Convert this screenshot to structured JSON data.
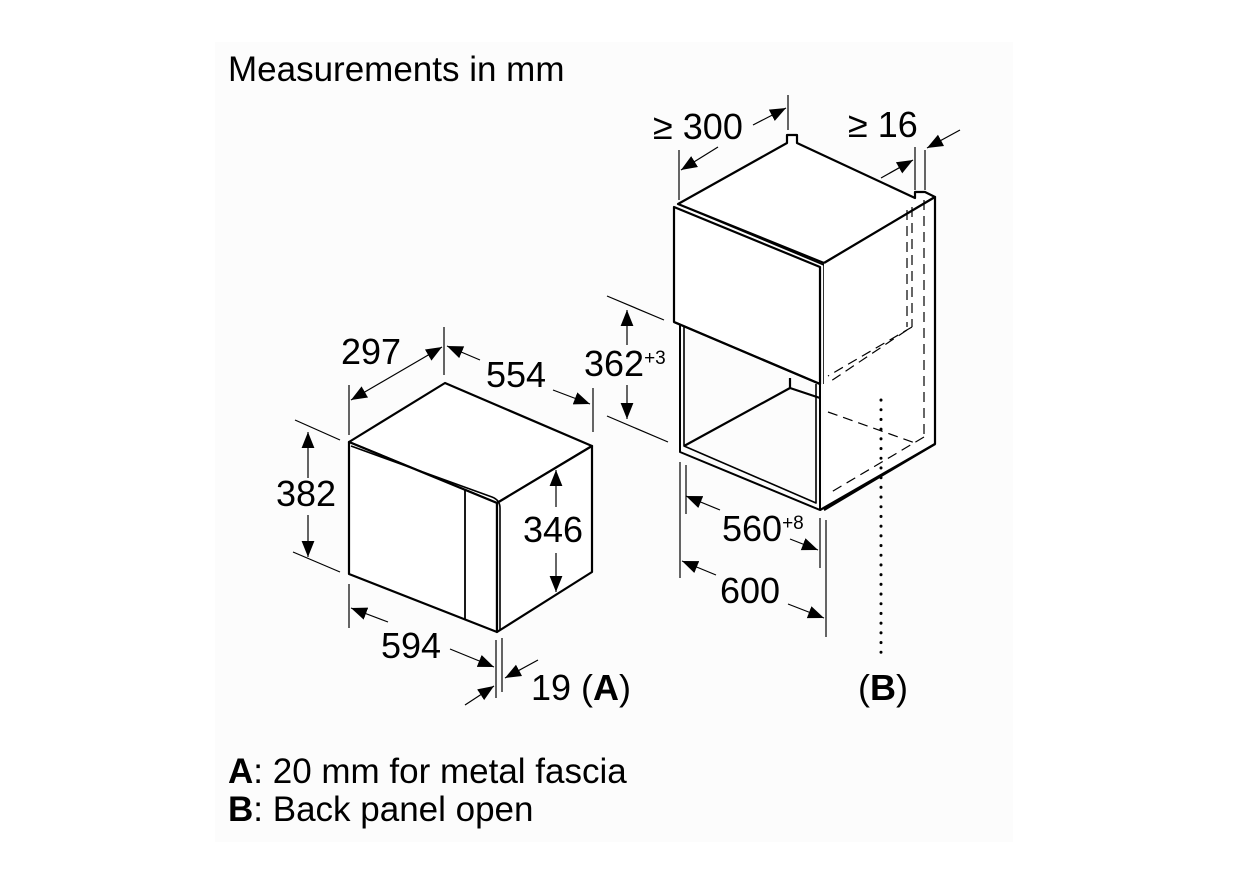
{
  "title": "Measurements in mm",
  "appliance": {
    "depth": "297",
    "depth_side": "554",
    "height": "382",
    "inner_height": "346",
    "width": "594",
    "fascia_thickness": "19",
    "fascia_note_ref": "A"
  },
  "cabinet": {
    "min_depth_prefix": "≥",
    "min_depth": "300",
    "min_side_prefix": "≥",
    "min_side": "16",
    "niche_height": "362",
    "niche_height_tolerance": "+3",
    "niche_width": "560",
    "niche_width_tolerance": "+8",
    "cabinet_width": "600",
    "back_panel_ref": "B"
  },
  "legend": [
    {
      "key": "A",
      "text": ": 20 mm for metal fascia"
    },
    {
      "key": "B",
      "text": ": Back panel open"
    }
  ],
  "colors": {
    "line": "#000000",
    "panel": "#fcfcfc",
    "background": "#ffffff"
  }
}
